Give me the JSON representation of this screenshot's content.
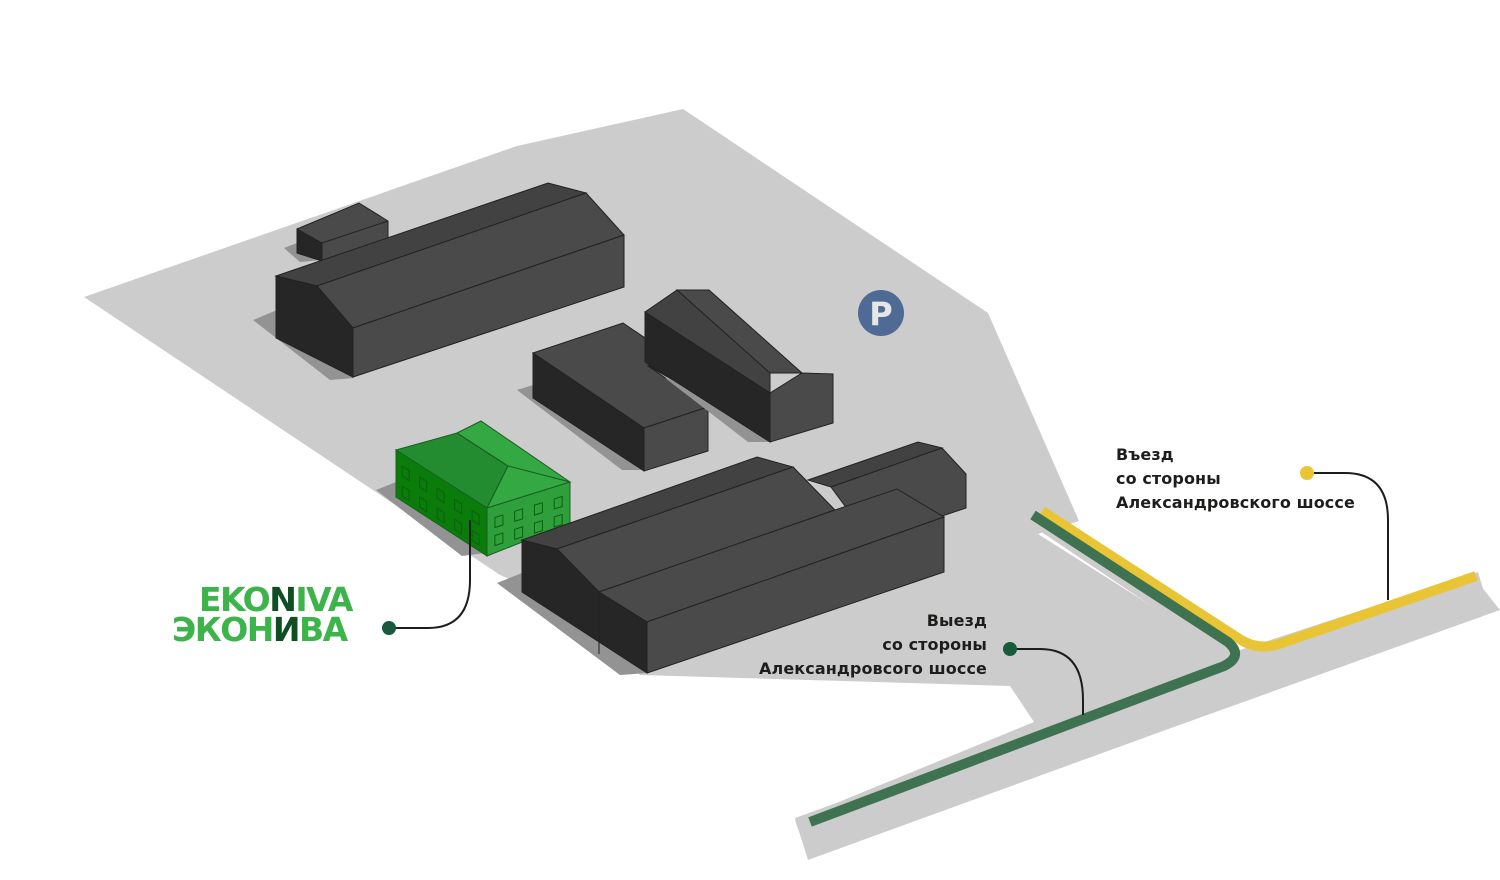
{
  "map": {
    "title": "Схема проезда ЭкоНива",
    "colors": {
      "lot": "#cccccc",
      "building_roof": "#4a4a4a",
      "building_roof_dark": "#424242",
      "building_side": "#262626",
      "building_shadow": "#939393",
      "highlight_roof": "#33a843",
      "highlight_roof_dark": "#238c31",
      "highlight_side": "#097c09",
      "highlight_front": "#2f9f3c",
      "entry_route": "#e9c535",
      "exit_route": "#3f7250",
      "exit_marker": "#175b3c",
      "parking": "#4f6a94",
      "connector": "#1d1d1b"
    },
    "parking": {
      "icon": "parking-icon",
      "symbol": "P"
    },
    "logo": {
      "latin": {
        "part1": "EKO",
        "part2": "N",
        "part3": "IVA"
      },
      "cyrillic": {
        "part1": "ЭКОН",
        "part2": "И",
        "part3": "ВА"
      }
    },
    "entry": {
      "line1": "Въезд",
      "line2": "со стороны",
      "line3": "Александровского шоссе"
    },
    "exit": {
      "line1": "Выезд",
      "line2": "со стороны",
      "line3": "Александровсого шоссе"
    }
  }
}
